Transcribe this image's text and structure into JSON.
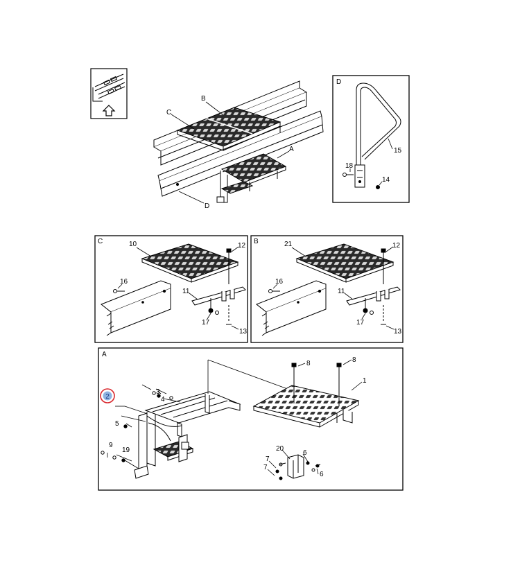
{
  "panels": {
    "direction_box": {
      "icon": "arrow-up-icon"
    },
    "overview": {
      "labels": {
        "a": "A",
        "b": "B",
        "c": "C",
        "d": "D"
      }
    },
    "d": {
      "title": "D",
      "callouts": {
        "p15": "15",
        "p18": "18",
        "p14": "14"
      }
    },
    "c": {
      "title": "C",
      "callouts": {
        "p10": "10",
        "p12": "12",
        "p16": "16",
        "p11": "11",
        "p17": "17",
        "p13": "13"
      }
    },
    "b": {
      "title": "B",
      "callouts": {
        "p21": "21",
        "p12": "12",
        "p16": "16",
        "p11": "11",
        "p17": "17",
        "p13": "13"
      }
    },
    "a": {
      "title": "A",
      "callouts": {
        "p2": "2",
        "p3": "3",
        "p4": "4",
        "p5": "5",
        "p9": "9",
        "p19": "19",
        "p8a": "8",
        "p8b": "8",
        "p1": "1",
        "p20": "20",
        "p6a": "6",
        "p6b": "6",
        "p7a": "7",
        "p7b": "7"
      }
    }
  },
  "highlight": {
    "part": "2",
    "ring_color": "#d9262b",
    "fill_color": "#8fb3e0"
  }
}
